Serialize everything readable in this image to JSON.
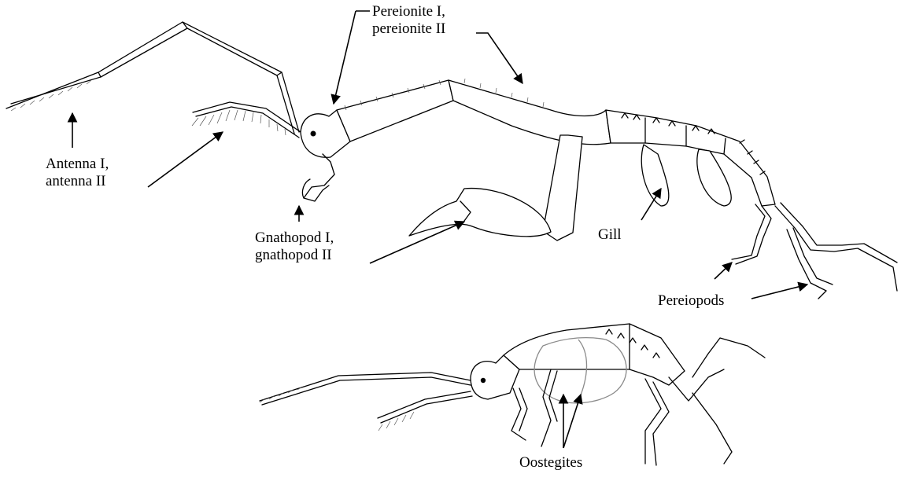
{
  "labels": {
    "pereionite": [
      "Pereionite I,",
      "pereionite II"
    ],
    "antenna": [
      "Antenna I,",
      "antenna II"
    ],
    "gnathopod": [
      "Gnathopod I,",
      "gnathopod II"
    ],
    "gill": "Gill",
    "pereiopods": "Pereiopods",
    "oostegites": "Oostegites"
  }
}
